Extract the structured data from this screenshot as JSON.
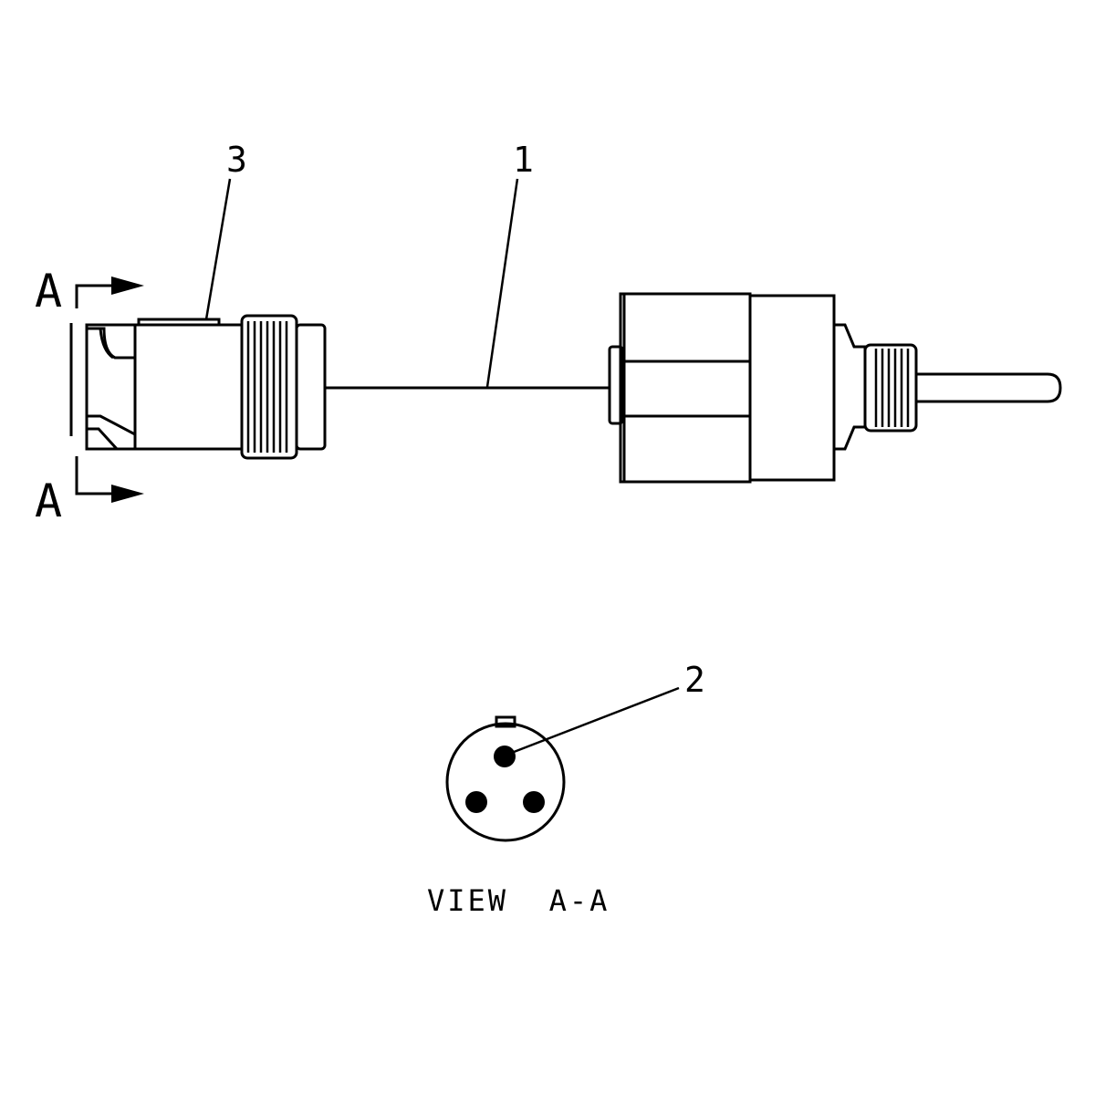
{
  "diagram": {
    "callouts": [
      {
        "id": "1",
        "label": "1"
      },
      {
        "id": "2",
        "label": "2"
      },
      {
        "id": "3",
        "label": "3"
      }
    ],
    "section_marker": {
      "top_label": "A",
      "bottom_label": "A"
    },
    "view_caption": "VIEW  A-A",
    "connector_pins": 3
  }
}
